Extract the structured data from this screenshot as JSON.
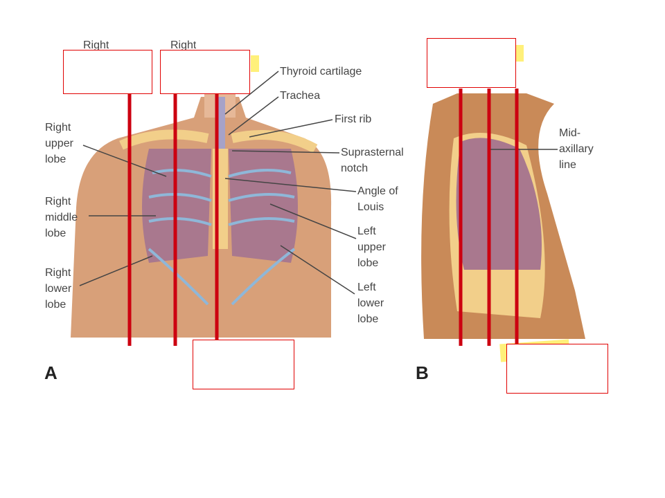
{
  "figure_a": {
    "panel_label": "A",
    "top_labels": [
      "Right",
      "Right"
    ],
    "labels": {
      "right_upper_lobe": [
        "Right",
        "upper",
        "lobe"
      ],
      "right_middle_lobe": [
        "Right",
        "middle",
        "lobe"
      ],
      "right_lower_lobe": [
        "Right",
        "lower",
        "lobe"
      ],
      "thyroid_cartilage": [
        "Thyroid cartilage"
      ],
      "trachea": [
        "Trachea"
      ],
      "first_rib": [
        "First rib"
      ],
      "suprasternal_notch": [
        "Suprasternal",
        "notch"
      ],
      "angle_of_louis": [
        "Angle of",
        "Louis"
      ],
      "left_upper_lobe": [
        "Left",
        "upper",
        "lobe"
      ],
      "left_lower_lobe": [
        "Left",
        "lower",
        "lobe"
      ]
    }
  },
  "figure_b": {
    "panel_label": "B",
    "labels": {
      "mid_axillary_line": [
        "Mid-",
        "axillary",
        "line"
      ]
    }
  },
  "colors": {
    "guide_line": "#cc0010",
    "answer_box_border": "#e00000",
    "sticky_note": "#fff07a",
    "skin": "#d8a079",
    "lung": "#a9788e",
    "rib": "#f2cf8a"
  }
}
